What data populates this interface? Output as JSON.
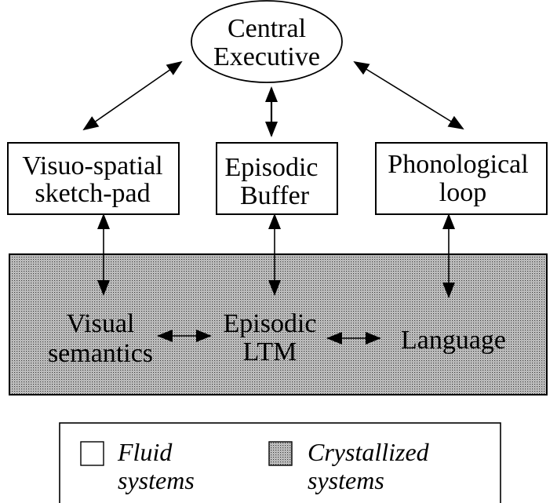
{
  "diagram": {
    "central": {
      "line1": "Central",
      "line2": "Executive"
    },
    "fluid_boxes": [
      {
        "line1": "Visuo-spatial",
        "line2": "sketch-pad"
      },
      {
        "line1": "Episodic",
        "line2": "Buffer"
      },
      {
        "line1": "Phonological",
        "line2": "loop"
      }
    ],
    "crystallized": [
      {
        "line1": "Visual",
        "line2": "semantics"
      },
      {
        "line1": "Episodic",
        "line2": "LTM"
      },
      {
        "line1": "Language",
        "line2": ""
      }
    ],
    "legend": [
      {
        "line1": "Fluid",
        "line2": "systems",
        "swatch": "plain"
      },
      {
        "line1": "Crystallized",
        "line2": "systems",
        "swatch": "stippled"
      }
    ]
  },
  "colors": {
    "stroke": "#000000",
    "background": "#ffffff",
    "stipple_dot": "#4a4a4a",
    "stipple_bg": "#d8d8d8"
  }
}
